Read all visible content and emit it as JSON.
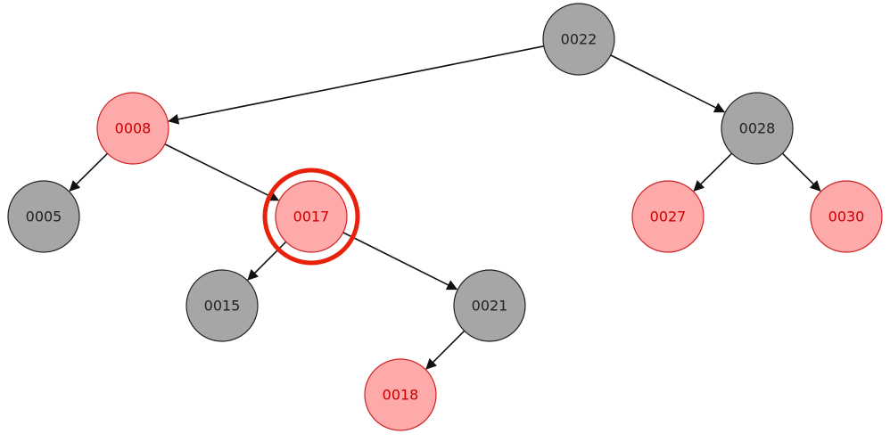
{
  "tree": {
    "type": "red-black-tree",
    "highlighted": "n0017",
    "colors": {
      "black_fill": "#a6a6a6",
      "black_stroke": "#222222",
      "black_text": "#222222",
      "red_fill": "#ffaaaa",
      "red_stroke": "#cc2222",
      "red_text": "#cc0000",
      "edge": "#111111",
      "highlight_ring": "#e8220a"
    },
    "nodes": [
      {
        "id": "n0022",
        "label": "0022",
        "color": "black"
      },
      {
        "id": "n0008",
        "label": "0008",
        "color": "red"
      },
      {
        "id": "n0028",
        "label": "0028",
        "color": "black"
      },
      {
        "id": "n0005",
        "label": "0005",
        "color": "black"
      },
      {
        "id": "n0017",
        "label": "0017",
        "color": "red"
      },
      {
        "id": "n0027",
        "label": "0027",
        "color": "red"
      },
      {
        "id": "n0030",
        "label": "0030",
        "color": "red"
      },
      {
        "id": "n0015",
        "label": "0015",
        "color": "black"
      },
      {
        "id": "n0021",
        "label": "0021",
        "color": "black"
      },
      {
        "id": "n0018",
        "label": "0018",
        "color": "red"
      }
    ],
    "edges": [
      {
        "from": "n0022",
        "to": "n0008"
      },
      {
        "from": "n0022",
        "to": "n0028"
      },
      {
        "from": "n0008",
        "to": "n0005"
      },
      {
        "from": "n0008",
        "to": "n0017"
      },
      {
        "from": "n0028",
        "to": "n0027"
      },
      {
        "from": "n0028",
        "to": "n0030"
      },
      {
        "from": "n0017",
        "to": "n0015"
      },
      {
        "from": "n0017",
        "to": "n0021"
      },
      {
        "from": "n0021",
        "to": "n0018"
      }
    ]
  }
}
